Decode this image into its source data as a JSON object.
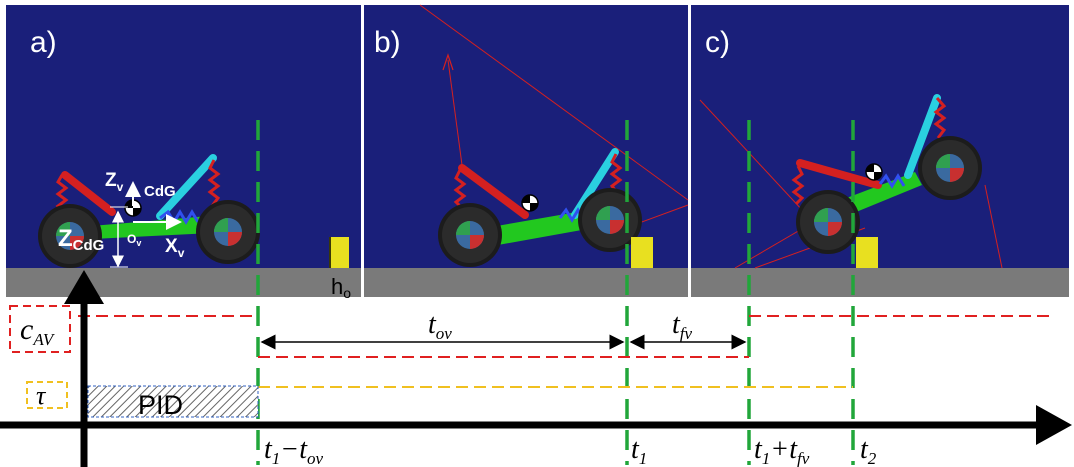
{
  "colors": {
    "background_scene": "#1a1f7a",
    "ground": "#7a7a7a",
    "guide_line": "#21a63a",
    "c_av_line": "#e02020",
    "tau_line": "#f0c020",
    "obstacle": "#e8e020",
    "axis": "#000000"
  },
  "panels": [
    {
      "label": "a)"
    },
    {
      "label": "b)"
    },
    {
      "label": "c)"
    }
  ],
  "panel_a": {
    "z_v": "Z",
    "z_v_sub": "v",
    "cdg_upper": "CdG",
    "z_cdg": "Z",
    "z_cdg_sub": "CdG",
    "o_v": "O",
    "o_v_sub": "v",
    "x_v": "X",
    "x_v_sub": "v",
    "h_o": "h",
    "h_o_sub": "o"
  },
  "timeline": {
    "c_av_symbol": "c",
    "c_av_sub": "AV",
    "tau_symbol": "τ",
    "pid_label": "PID",
    "t_ov": "t",
    "t_ov_sub": "ov",
    "t_fv": "t",
    "t_fv_sub": "fv",
    "tick1": {
      "t": "t",
      "sub1": "1",
      "op": "−",
      "t2": "t",
      "sub2": "ov"
    },
    "tick2": {
      "t": "t",
      "sub1": "1"
    },
    "tick3": {
      "t": "t",
      "sub1": "1",
      "op": "+",
      "t2": "t",
      "sub2": "fv"
    },
    "tick4": {
      "t": "t",
      "sub1": "2"
    }
  }
}
